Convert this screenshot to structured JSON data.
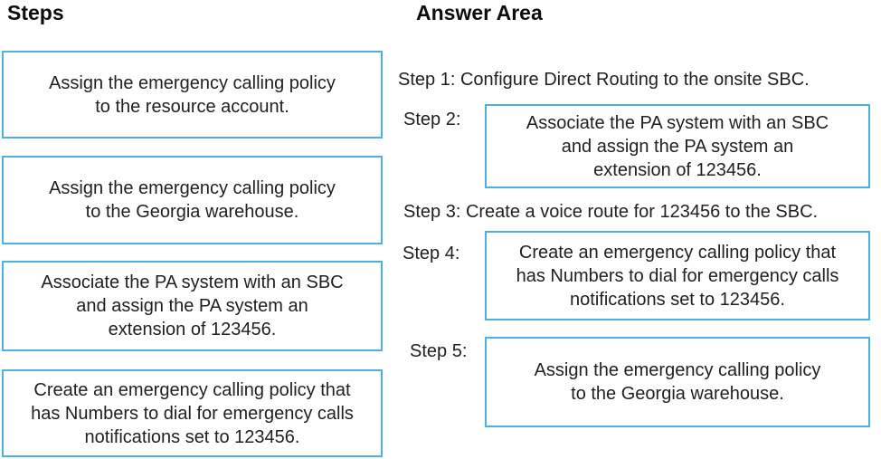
{
  "colors": {
    "accent_border": "#4ab2e5",
    "text": "#212121",
    "heading": "#0d0d0d"
  },
  "steps_panel": {
    "title": "Steps",
    "items": [
      {
        "lines": [
          "Assign the emergency calling policy",
          "to the resource account."
        ]
      },
      {
        "lines": [
          "Assign the emergency calling policy",
          "to the Georgia warehouse."
        ]
      },
      {
        "lines": [
          "Associate the PA system with an SBC",
          "and assign the PA system an",
          "extension of 123456."
        ]
      },
      {
        "lines": [
          "Create an emergency calling policy that",
          "has Numbers to dial for emergency calls",
          "notifications set to 123456."
        ]
      }
    ]
  },
  "answer_area": {
    "title": "Answer Area",
    "rows": [
      {
        "type": "text",
        "label": "Step 1:",
        "text": "Configure Direct Routing to the onsite SBC."
      },
      {
        "type": "box",
        "label": "Step 2:",
        "lines": [
          "Associate the PA system with an SBC",
          "and assign the PA system an",
          "extension of 123456."
        ]
      },
      {
        "type": "text",
        "label": "Step 3:",
        "text": "Create a voice route for 123456 to the SBC."
      },
      {
        "type": "box",
        "label": "Step 4:",
        "lines": [
          "Create an emergency calling policy that",
          "has Numbers to dial for emergency calls",
          "notifications set to 123456."
        ]
      },
      {
        "type": "box",
        "label": "Step 5:",
        "lines": [
          "Assign the emergency calling policy",
          "to the Georgia warehouse."
        ]
      }
    ]
  }
}
